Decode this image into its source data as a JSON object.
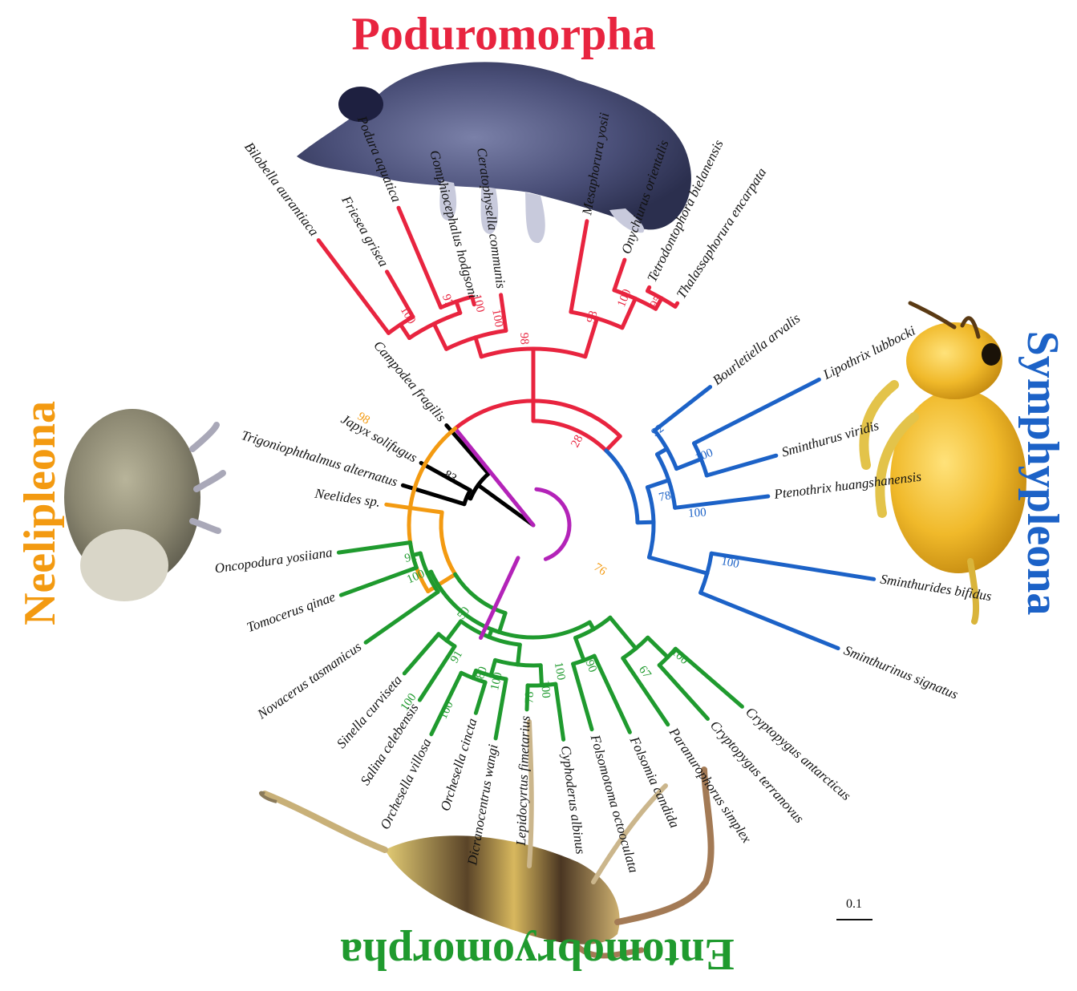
{
  "colors": {
    "poduromorpha": "#e8243f",
    "symphypleona": "#1c62c7",
    "entomobryomorpha": "#1f9a2e",
    "neelipleona": "#f39a11",
    "outgroup": "#000000",
    "root": "#b323b8"
  },
  "groups": {
    "poduromorpha": "Poduromorpha",
    "symphypleona": "Symphypleona",
    "entomobryomorpha": "Entomobryomorpha",
    "neelipleona": "Neelipleona"
  },
  "taxa": {
    "bilobella": "Bilobella aurantiaca",
    "friesea": "Friesea grisea",
    "podura": "Podura aquatica",
    "gomphiocephalus": "Gomphiocephalus hodgsoni",
    "ceratophysella": "Ceratophysella communis",
    "mesaphorura": "Mesaphorura yosii",
    "onychiurus": "Onychiurus orientalis",
    "tetrodontophora": "Tetrodontophora bielanensis",
    "thalassaphorura": "Thalassaphorura encarpata",
    "bourletiella": "Bourletiella arvalis",
    "lipothrix": "Lipothrix lubbocki",
    "sminthurus": "Sminthurus viridis",
    "ptenothrix": "Ptenothrix huangshanensis",
    "sminthurides": "Sminthurides bifidus",
    "sminthurinus": "Sminthurinus signatus",
    "cryptopygus_a": "Cryptopygus antarcticus",
    "cryptopygus_t": "Cryptopygus terranovus",
    "paranurophorus": "Paranurophorus simplex",
    "folsomia": "Folsomia candida",
    "folsomotoma": "Folsomotoma octooculata",
    "cyphoderus": "Cyphoderus albinus",
    "lepidocyrtus": "Lepidocyrtus fimetarius",
    "dicranocentrus": "Dicranocentrus wangi",
    "orchesella_c": "Orchesella cincta",
    "orchesella_v": "Orchesella villosa",
    "salina": "Salina celebensis",
    "sinella": "Sinella curviseta",
    "novacerus": "Novacerus tasmanicus",
    "tomocerus": "Tomocerus qinae",
    "oncopodura": "Oncopodura yosiiana",
    "neelides": "Neelides sp.",
    "trigoniophthalmus": "Trigoniophthalmus alternatus",
    "japyx": "Japyx solifugus",
    "campodea": "Campodea fragilis"
  },
  "supports": [
    "100",
    "97",
    "100",
    "100",
    "98",
    "98",
    "100",
    "95",
    "28",
    "92",
    "100",
    "78",
    "100",
    "100",
    "76",
    "100",
    "67",
    "90",
    "100",
    "100",
    "78",
    "100",
    "80",
    "100",
    "91",
    "100",
    "50",
    "100",
    "91",
    "98",
    "83"
  ],
  "scale_bar_label": "0.1"
}
